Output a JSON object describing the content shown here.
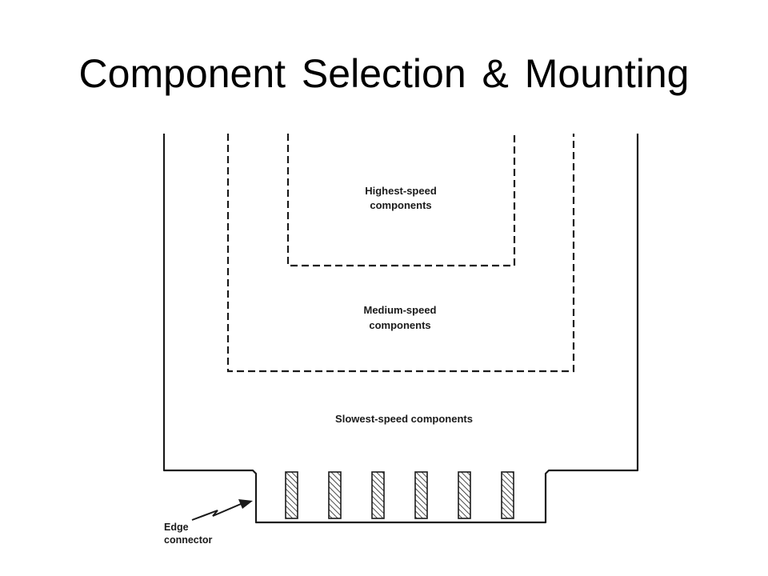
{
  "slide": {
    "title": "Component Selection & Mounting"
  },
  "diagram": {
    "zones": {
      "highest": {
        "label_line1": "Highest-speed",
        "label_line2": "components"
      },
      "medium": {
        "label_line1": "Medium-speed",
        "label_line2": "components"
      },
      "slowest": {
        "label": "Slowest-speed components"
      }
    },
    "edge_connector": {
      "label_line1": "Edge",
      "label_line2": "connector",
      "contact_count": 6
    },
    "colors": {
      "stroke": "#1a1a1a",
      "background": "#ffffff"
    }
  }
}
